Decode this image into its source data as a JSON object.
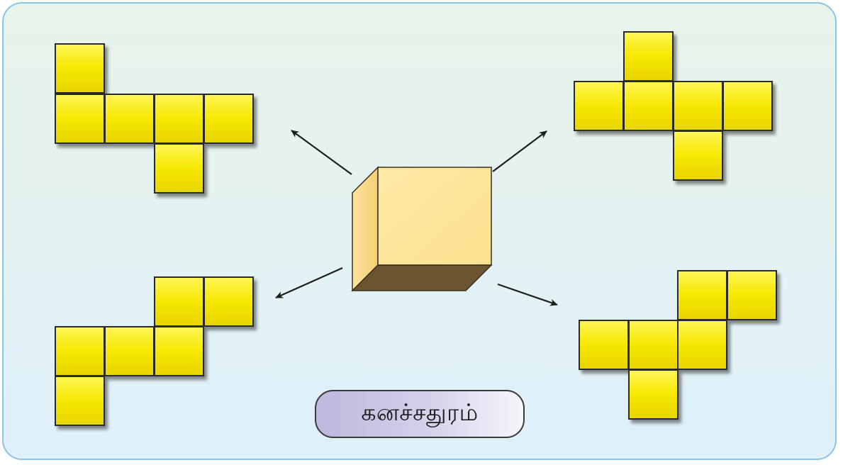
{
  "caption": "கனச்சதுரம்",
  "colors": {
    "tile_fill": "#f6e800",
    "cube_front": "#fde7a0",
    "cube_side": "#f6d37a",
    "cube_bottom": "#6b5530",
    "label_gradient_start": "#bdb8dd",
    "panel_border": "#8cc3ea"
  },
  "nets": [
    {
      "name": "net-top-left",
      "squares": 6
    },
    {
      "name": "net-top-right",
      "squares": 6
    },
    {
      "name": "net-bottom-left",
      "squares": 6
    },
    {
      "name": "net-bottom-right",
      "squares": 6
    }
  ]
}
